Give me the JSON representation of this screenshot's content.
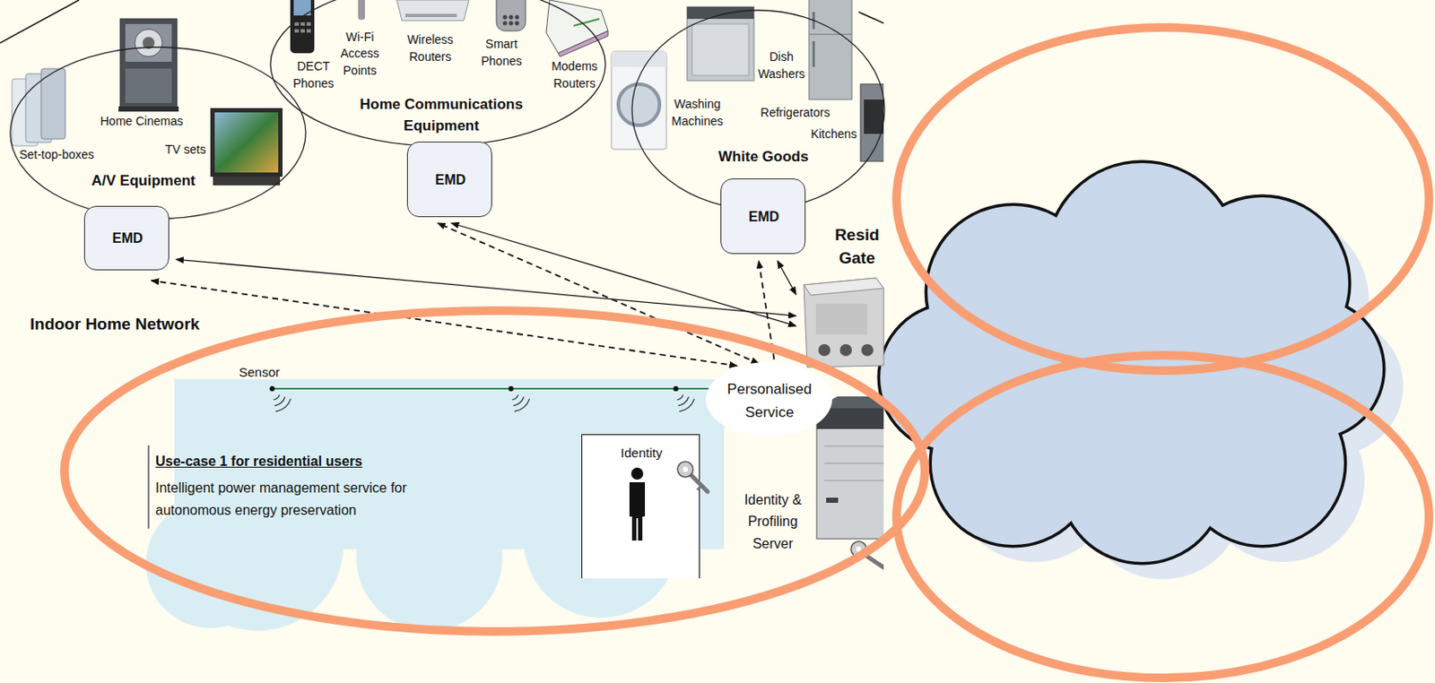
{
  "diagram": {
    "nodes": [
      {
        "text": [
          "Home Cinemas",
          "Set-top-boxes",
          "TV sets",
          "A/V Equipment"
        ]
      },
      {
        "text": [
          "EMD"
        ]
      },
      {
        "text": [
          "DECT Phones",
          "Wi-Fi Access Points",
          "Wireless Routers",
          "Smart Phones",
          "Modems Routers",
          "Home Communications Equipment"
        ]
      },
      {
        "text": [
          "EMD"
        ]
      },
      {
        "text": [
          "Dish Washers",
          "Washing Machines",
          "Refrigerators",
          "Kitchens",
          "White Goods"
        ]
      },
      {
        "text": [
          "EMD"
        ]
      },
      {
        "text": [
          "Resid Gate"
        ]
      },
      {
        "text": [
          "Sensor",
          "Use-case 1 for residential users",
          "Intelligent power management service for autonomous energy preservation"
        ]
      },
      {
        "text": [
          "Personalised Service"
        ]
      },
      {
        "text": [
          "Identity"
        ],
        "in": 7
      },
      {
        "text": [
          "Identity & Profiling Server"
        ]
      }
    ],
    "edges": [
      {
        "from": 6,
        "to": 1,
        "arrow": "both"
      },
      {
        "from": 6,
        "to": 3,
        "arrow": "both"
      },
      {
        "from": 6,
        "to": 5,
        "arrow": "both"
      },
      {
        "from": 8,
        "to": 1,
        "arrow": "both"
      },
      {
        "from": 8,
        "to": 3,
        "arrow": "both"
      },
      {
        "from": 8,
        "to": 5,
        "arrow": "to"
      }
    ],
    "labels": [
      "Indoor Home Network"
    ]
  }
}
